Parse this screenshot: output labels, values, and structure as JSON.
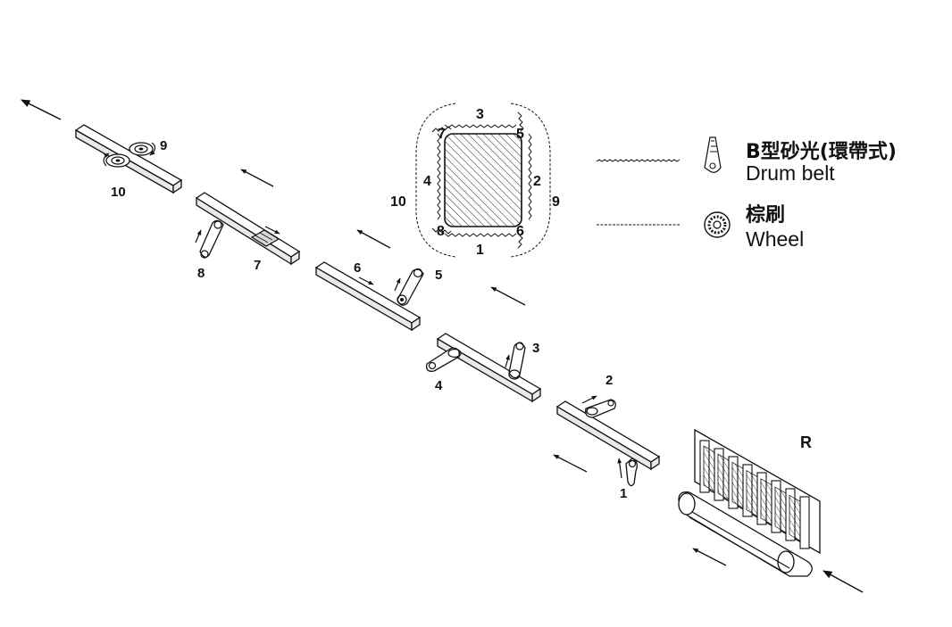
{
  "diagram": {
    "station_labels": {
      "s1": "1",
      "s2": "2",
      "s3": "3",
      "s4": "4",
      "s5": "5",
      "s6": "6",
      "s7": "7",
      "s8": "8",
      "s9": "9",
      "s10": "10",
      "r": "R"
    },
    "square_labels": {
      "top": "3",
      "bottom": "1",
      "left": "4",
      "right": "2",
      "outer_left": "10",
      "outer_right": "9",
      "corner_tl": "7",
      "corner_tr": "5",
      "corner_bl": "8",
      "corner_br": "6"
    },
    "legend": [
      {
        "cn": "B型砂光(環帶式)",
        "en": "Drum belt",
        "icon": "drum-belt-icon",
        "line": "wavy-line"
      },
      {
        "cn": "棕刷",
        "en": "Wheel",
        "icon": "brush-wheel-icon",
        "line": "dashed-line"
      }
    ]
  }
}
